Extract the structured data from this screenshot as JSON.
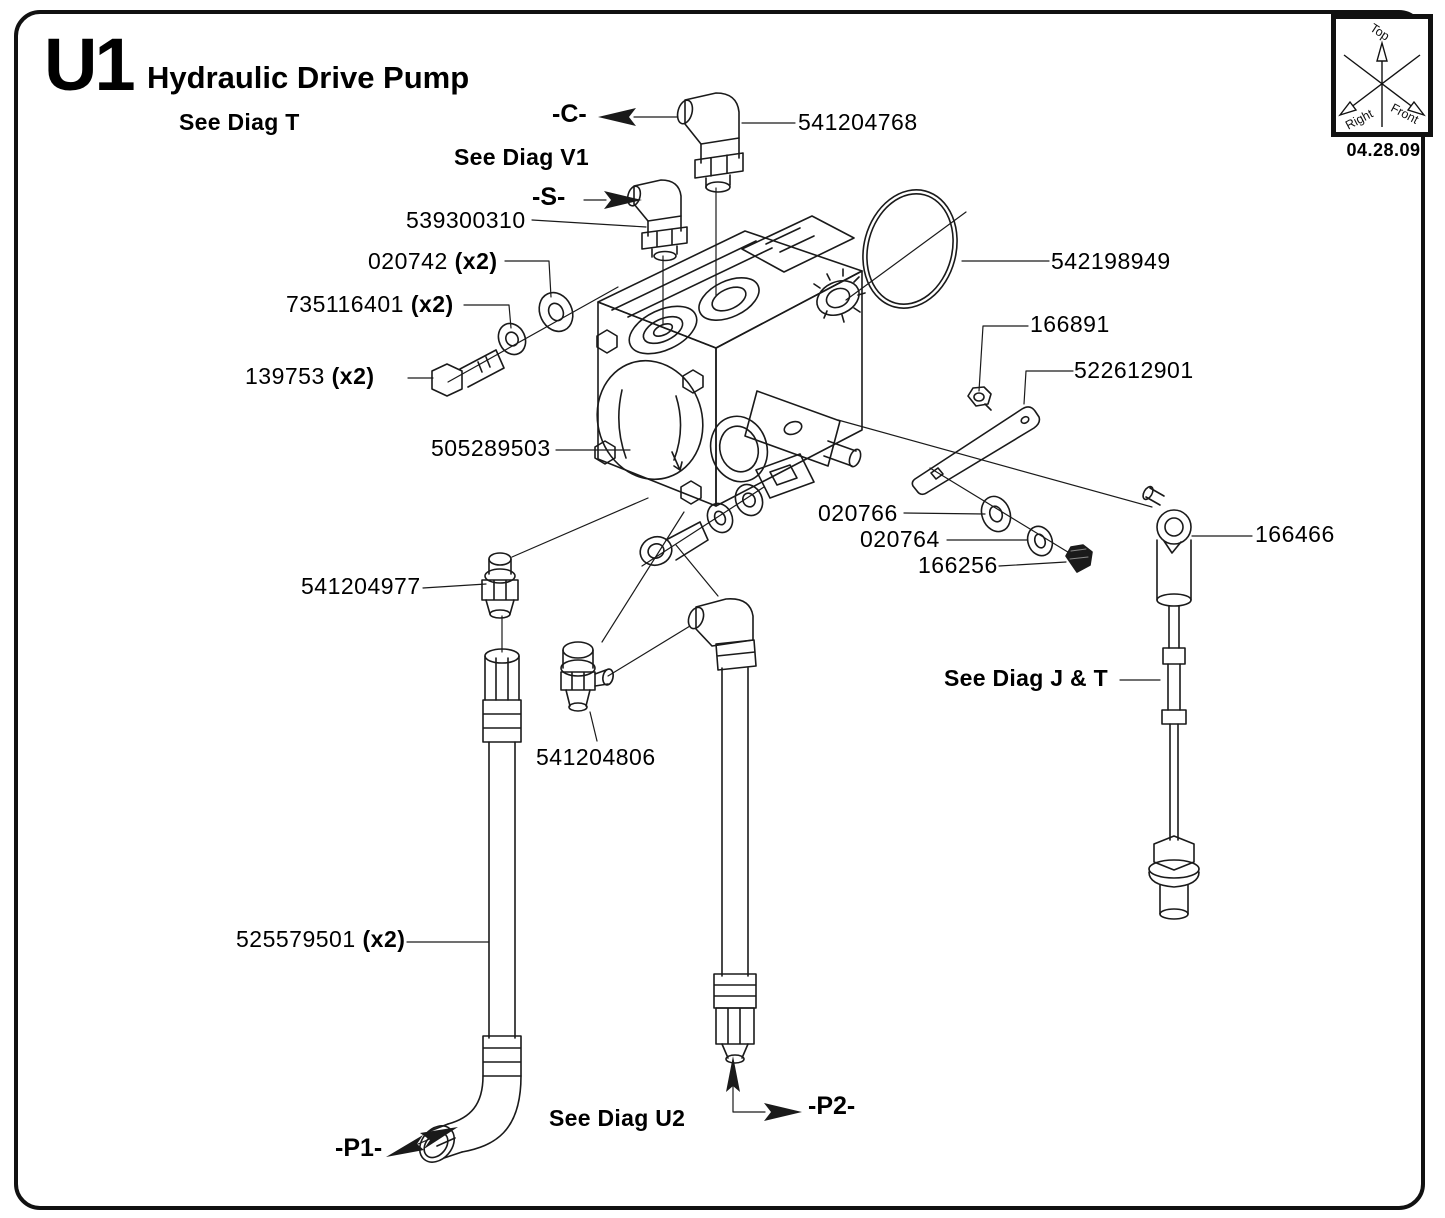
{
  "page": {
    "diagram_id": "U1",
    "title": "Hydraulic Drive Pump",
    "revision_date": "04.28.09"
  },
  "compass": {
    "top": "Top",
    "right": "Right",
    "front": "Front"
  },
  "notes": [
    {
      "text": "See Diag T"
    },
    {
      "text": "See Diag V1"
    },
    {
      "text": "See Diag J & T"
    },
    {
      "text": "See Diag U2"
    }
  ],
  "ports": [
    {
      "text": "-C-"
    },
    {
      "text": "-S-"
    },
    {
      "text": "-P1-"
    },
    {
      "text": "-P2-"
    }
  ],
  "parts": [
    {
      "number": "541204768"
    },
    {
      "number": "539300310"
    },
    {
      "number": "020742",
      "qty": "(x2)"
    },
    {
      "number": "735116401",
      "qty": "(x2)"
    },
    {
      "number": "139753",
      "qty": "(x2)"
    },
    {
      "number": "505289503"
    },
    {
      "number": "542198949"
    },
    {
      "number": "166891"
    },
    {
      "number": "522612901"
    },
    {
      "number": "020766"
    },
    {
      "number": "020764"
    },
    {
      "number": "166256"
    },
    {
      "number": "166466"
    },
    {
      "number": "541204977"
    },
    {
      "number": "541204806"
    },
    {
      "number": "525579501",
      "qty": "(x2)"
    }
  ]
}
